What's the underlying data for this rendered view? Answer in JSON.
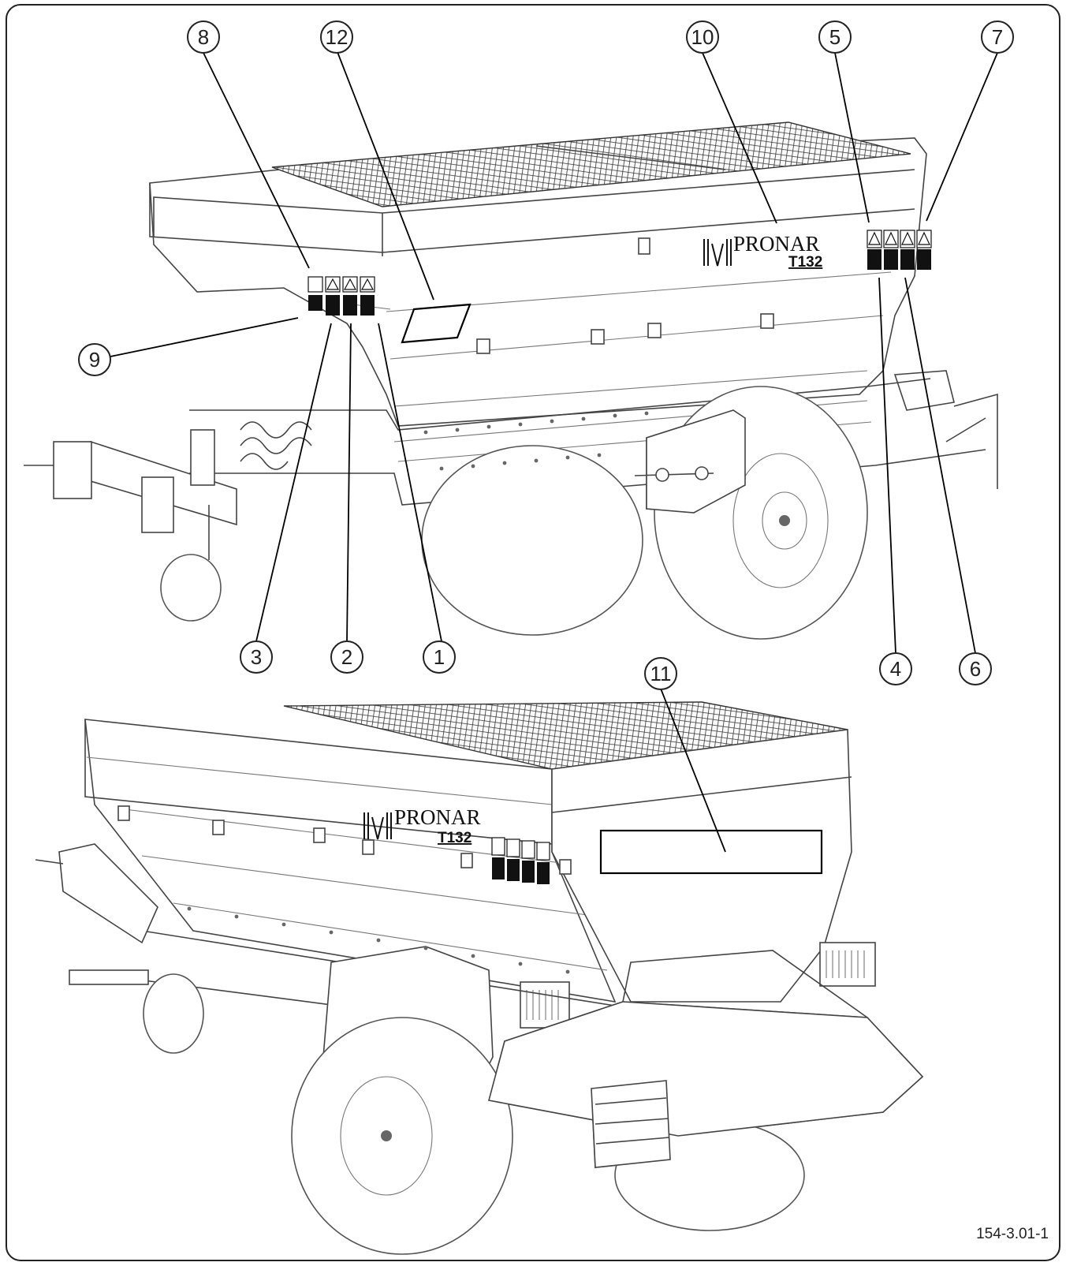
{
  "figure": {
    "code": "154-3.01-1",
    "brand": "PRONAR",
    "model": "T132",
    "accent_color": "#000000"
  },
  "callouts": [
    {
      "number": "1"
    },
    {
      "number": "2"
    },
    {
      "number": "3"
    },
    {
      "number": "4"
    },
    {
      "number": "5"
    },
    {
      "number": "6"
    },
    {
      "number": "7"
    },
    {
      "number": "8"
    },
    {
      "number": "9"
    },
    {
      "number": "10"
    },
    {
      "number": "11"
    },
    {
      "number": "12"
    }
  ],
  "icons": [
    "warning-decal-icon",
    "pronar-logo-icon",
    "rating-plate-icon"
  ]
}
